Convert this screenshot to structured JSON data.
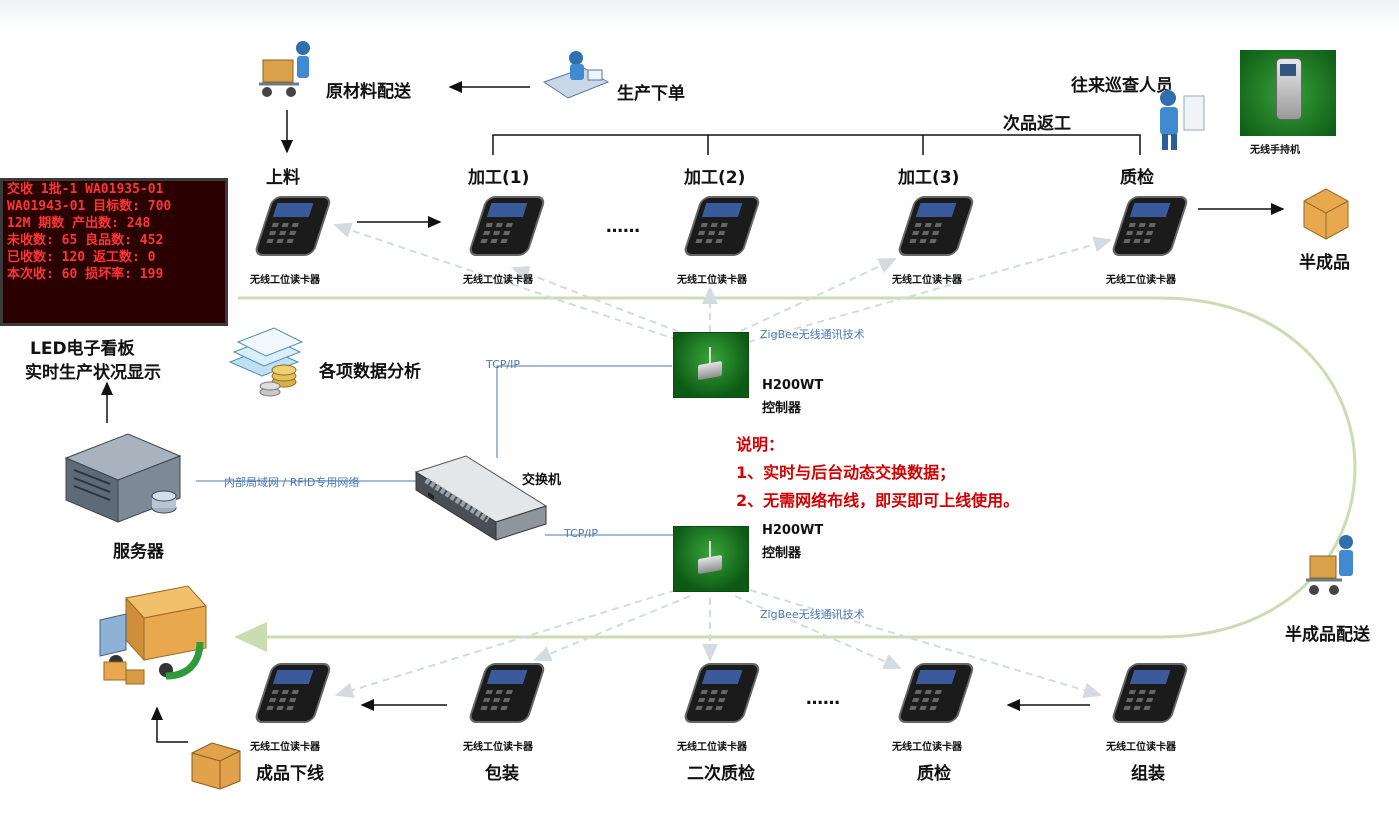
{
  "labels": {
    "raw_material": "原材料配送",
    "production_order": "生产下单",
    "patrol": "往来巡查人员",
    "handheld": "无线手持机",
    "rework": "次品返工",
    "feed": "上料",
    "proc1": "加工(1)",
    "proc2": "加工(2)",
    "proc3": "加工(3)",
    "qc_top": "质检",
    "semi_product": "半成品",
    "ellipsis": "……",
    "reader": "无线工位读卡器",
    "led_board": "LED电子看板",
    "led_sub": "实时生产状况显示",
    "data_analysis": "各项数据分析",
    "server": "服务器",
    "switch": "交换机",
    "lan": "内部局域网 / RFID专用网络",
    "tcpip": "TCP/IP",
    "controller_model": "H200WT",
    "controller_cn": "控制器",
    "zigbee": "ZigBee无线通讯技术",
    "semi_delivery": "半成品配送",
    "finished_offline": "成品下线",
    "packing": "包装",
    "secondary_qc": "二次质检",
    "qc_bottom": "质检",
    "assembly": "组装"
  },
  "note": {
    "title": "说明：",
    "line1": "1、实时与后台动态交换数据；",
    "line2": "2、无需网络布线，即买即可上线使用。"
  },
  "led_lines": [
    "交收 1批-1  WA01935-01",
    "WA01943-01 目标数: 700",
    "12M   期数  产出数: 248",
    "未收数:  65  良品数: 452",
    "已收数: 120  返工数:   0",
    "本次收:  60  损坏率: 199"
  ],
  "colors": {
    "accent_red": "#d40000",
    "link_blue": "#4a78b5",
    "loop_green": "#c9ddb0",
    "controller_green": "#1e7d26"
  }
}
